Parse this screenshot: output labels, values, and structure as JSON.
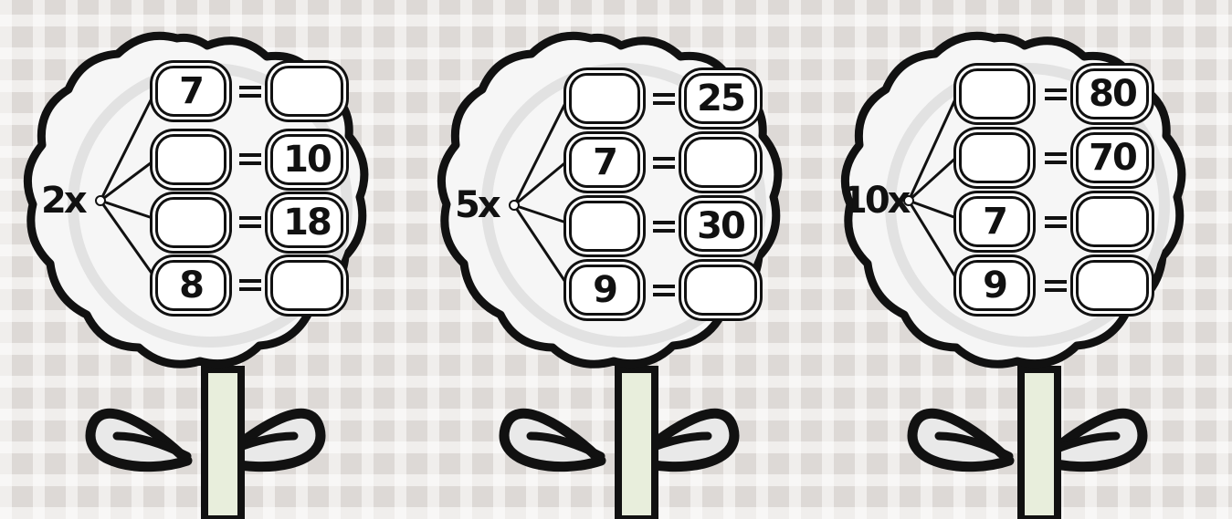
{
  "flowers": [
    {
      "multiplier": "2x",
      "rows": [
        {
          "left": "7",
          "right": ""
        },
        {
          "left": "",
          "right": "10"
        },
        {
          "left": "",
          "right": "18"
        },
        {
          "left": "8",
          "right": ""
        }
      ]
    },
    {
      "multiplier": "5x",
      "rows": [
        {
          "left": "",
          "right": "25"
        },
        {
          "left": "7",
          "right": ""
        },
        {
          "left": "",
          "right": "30"
        },
        {
          "left": "9",
          "right": ""
        }
      ]
    },
    {
      "multiplier": "10x",
      "rows": [
        {
          "left": "",
          "right": "80"
        },
        {
          "left": "",
          "right": "70"
        },
        {
          "left": "7",
          "right": ""
        },
        {
          "left": "9",
          "right": ""
        }
      ]
    }
  ]
}
